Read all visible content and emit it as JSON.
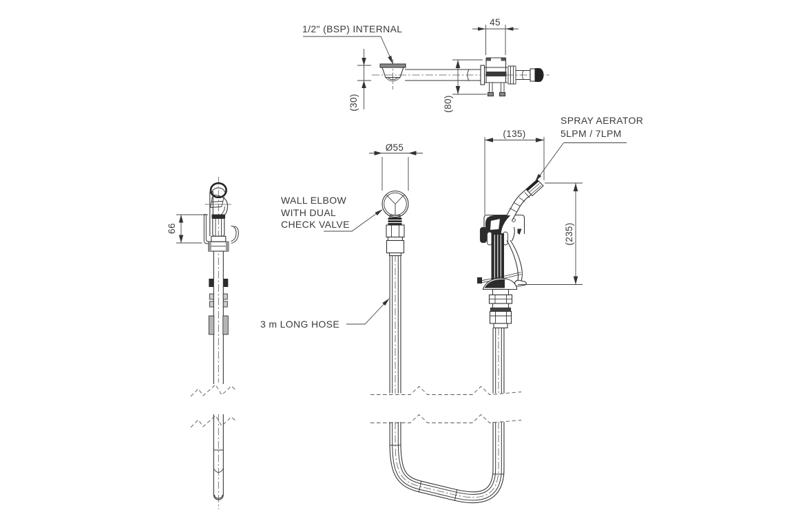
{
  "labels": {
    "bsp_internal": "1/2\" (BSP) INTERNAL",
    "spray_aerator": [
      "SPRAY AERATOR",
      "5LPM / 7LPM"
    ],
    "wall_elbow": [
      "WALL ELBOW",
      "WITH DUAL",
      "CHECK VALVE"
    ],
    "long_hose": "3 m LONG HOSE"
  },
  "dimensions": {
    "bracket_width": "45",
    "inlet_height": "(30)",
    "outlet_height": "(80)",
    "nozzle_reach": "(135)",
    "gun_height": "(235)",
    "elbow_diameter": "Ø55",
    "hook_height": "66"
  },
  "colors": {
    "line": "#333333",
    "dark_fill": "#2c2c2c",
    "background": "#ffffff"
  }
}
